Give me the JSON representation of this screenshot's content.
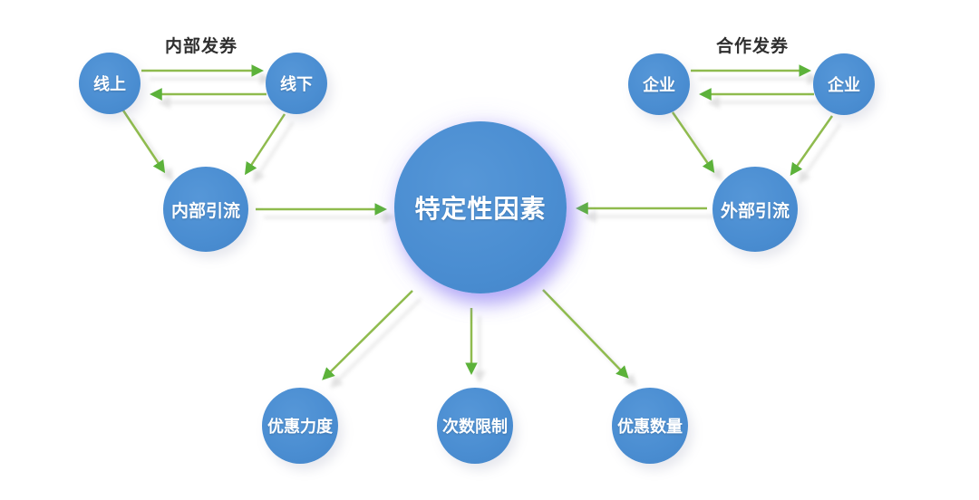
{
  "diagram": {
    "title": "coupon-traffic-factors-diagram",
    "groups": {
      "internal": {
        "label": "内部发券"
      },
      "cooperative": {
        "label": "合作发券"
      }
    },
    "nodes": {
      "online": {
        "label": "线上"
      },
      "offline": {
        "label": "线下"
      },
      "internal_traffic": {
        "label": "内部引流"
      },
      "enterprise_a": {
        "label": "企业"
      },
      "enterprise_b": {
        "label": "企业"
      },
      "external_traffic": {
        "label": "外部引流"
      },
      "central": {
        "label": "特定性因素"
      },
      "discount_strength": {
        "label": "优惠力度"
      },
      "usage_limit": {
        "label": "次数限制"
      },
      "discount_quantity": {
        "label": "优惠数量"
      }
    },
    "edges": [
      {
        "from": "online",
        "to": "offline"
      },
      {
        "from": "offline",
        "to": "online"
      },
      {
        "from": "online",
        "to": "internal_traffic"
      },
      {
        "from": "offline",
        "to": "internal_traffic"
      },
      {
        "from": "internal_traffic",
        "to": "central"
      },
      {
        "from": "enterprise_a",
        "to": "enterprise_b"
      },
      {
        "from": "enterprise_b",
        "to": "enterprise_a"
      },
      {
        "from": "enterprise_a",
        "to": "external_traffic"
      },
      {
        "from": "enterprise_b",
        "to": "external_traffic"
      },
      {
        "from": "external_traffic",
        "to": "central"
      },
      {
        "from": "central",
        "to": "discount_strength"
      },
      {
        "from": "central",
        "to": "usage_limit"
      },
      {
        "from": "central",
        "to": "discount_quantity"
      }
    ],
    "colors": {
      "node_fill": "#4a8dd1",
      "node_text": "#ffffff",
      "arrow_line": "#8fbb4e",
      "arrow_head": "#5cb23a",
      "group_label_text": "#2f2f2f",
      "central_glow": "#9484f4",
      "background": "#ffffff"
    }
  }
}
